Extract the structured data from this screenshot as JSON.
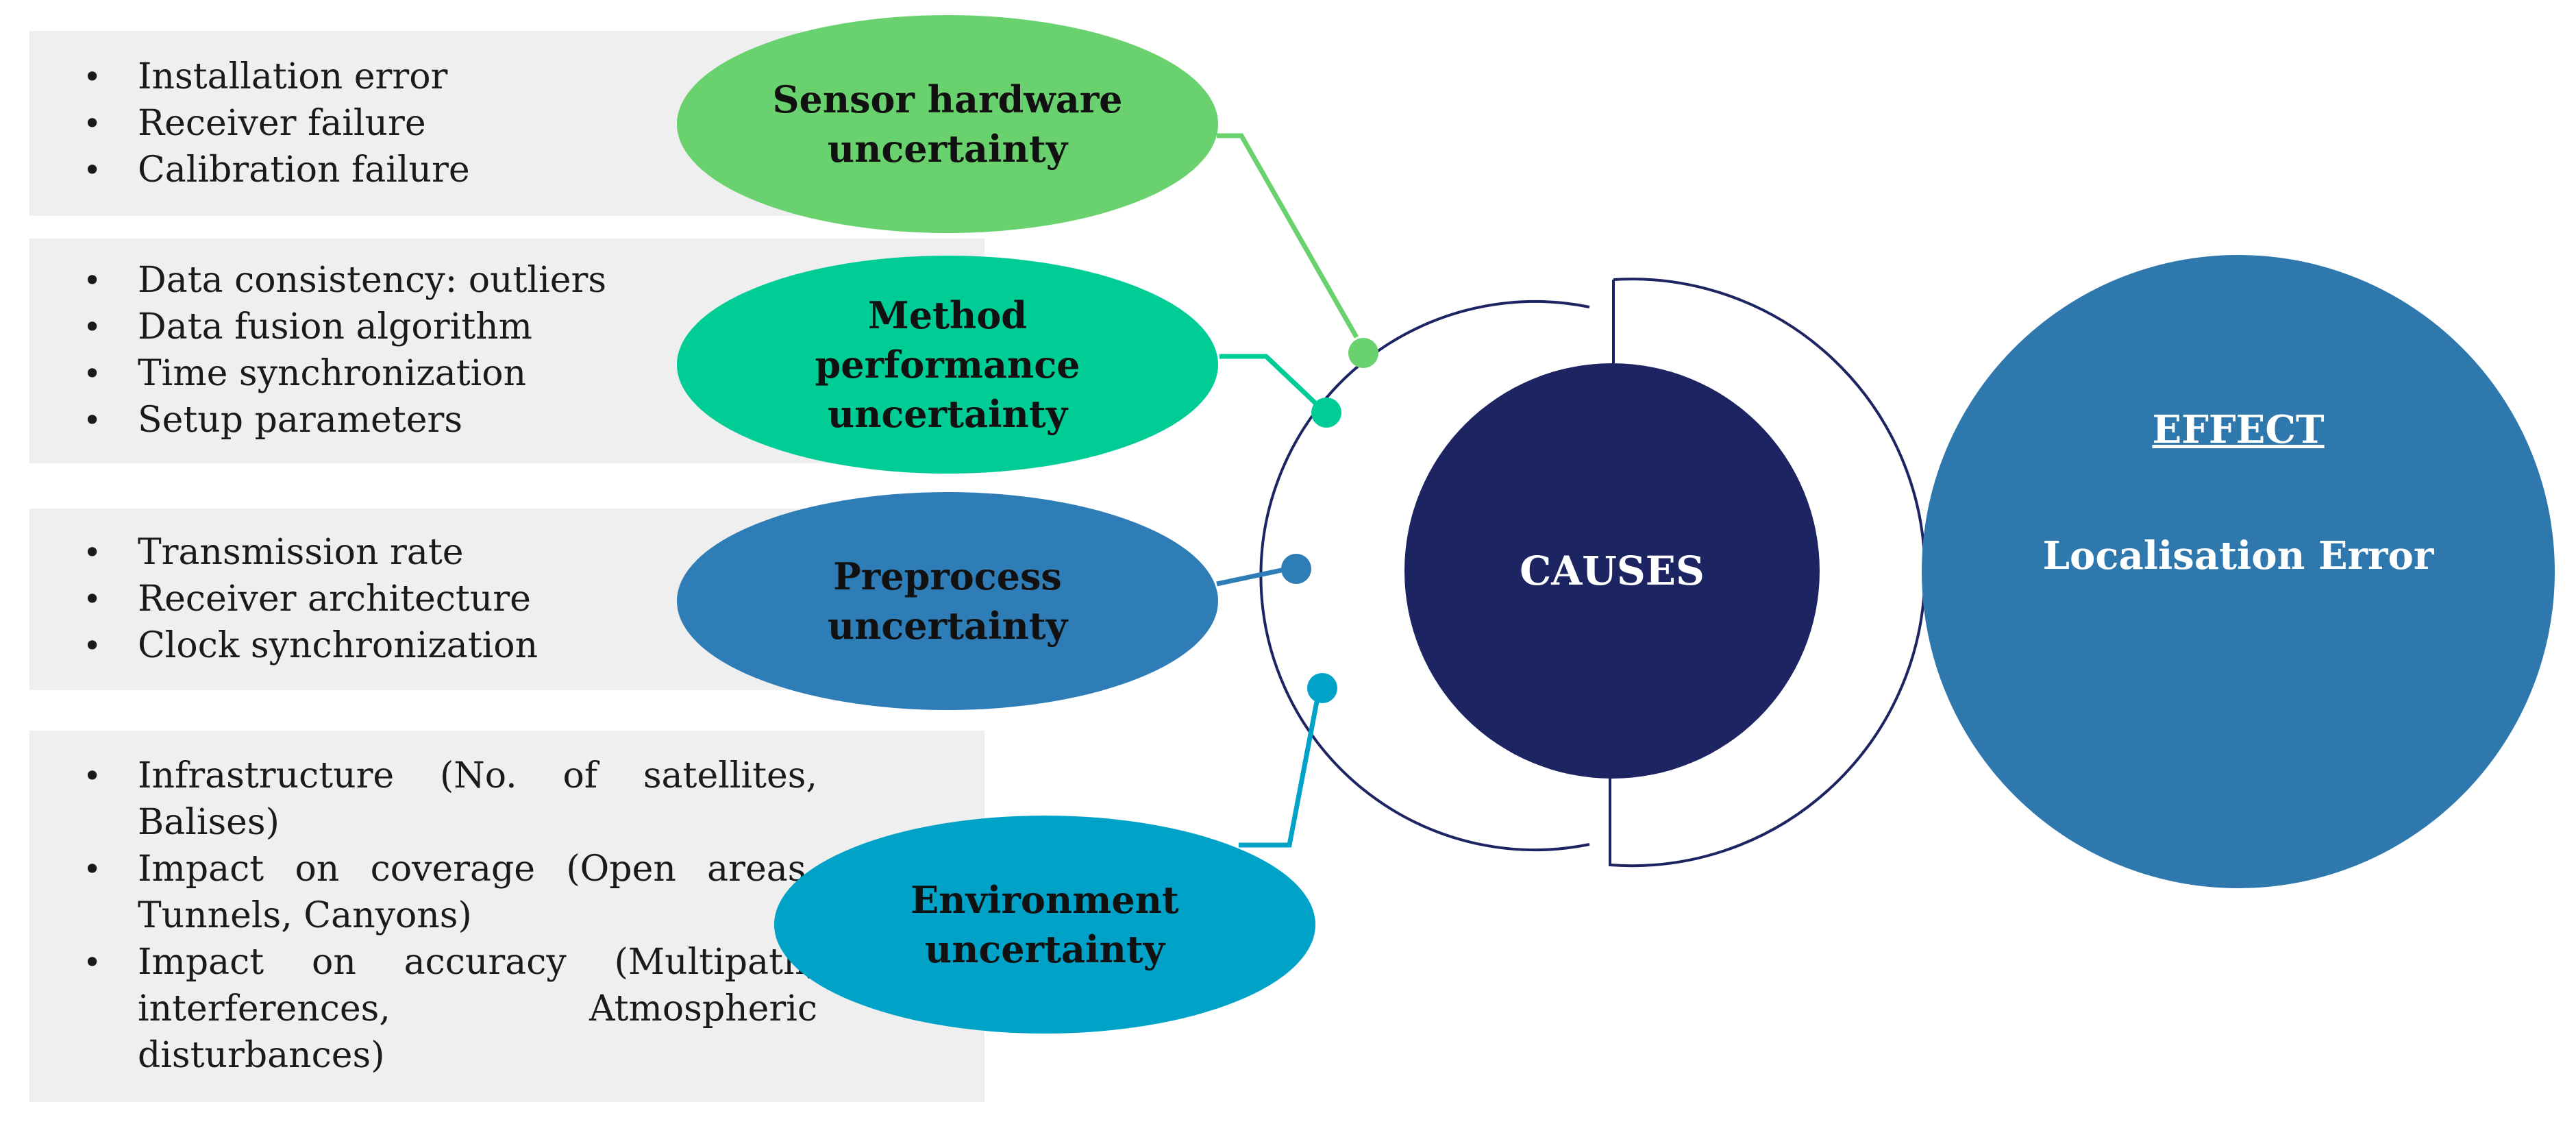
{
  "causes_label": "CAUSES",
  "effect": {
    "title": "EFFECT",
    "subtitle": "Localisation Error"
  },
  "categories": [
    {
      "label_lines": [
        "Sensor hardware",
        "uncertainty"
      ],
      "color": "#69d26f",
      "items": [
        "Installation error",
        "Receiver failure",
        "Calibration failure"
      ]
    },
    {
      "label_lines": [
        "Method",
        "performance",
        "uncertainty"
      ],
      "color": "#00cc95",
      "items": [
        "Data consistency: outliers",
        "Data fusion algorithm",
        "Time synchronization",
        "Setup parameters"
      ]
    },
    {
      "label_lines": [
        "Preprocess",
        "uncertainty"
      ],
      "color": "#2e7db7",
      "items": [
        "Transmission rate",
        "Receiver architecture",
        "Clock synchronization"
      ]
    },
    {
      "label_lines": [
        "Environment",
        "uncertainty"
      ],
      "color": "#00a3c7",
      "items": [
        [
          "Infrastructure (No. of satellites,",
          "Balises)"
        ],
        [
          "Impact on coverage (Open areas,",
          "Tunnels, Canyons)"
        ],
        [
          "Impact on accuracy (Multipath,",
          "interferences, Atmospheric",
          "disturbances)"
        ]
      ]
    }
  ],
  "colors": {
    "causes": "#1d2462",
    "effect": "#2f78ae",
    "ring": "#1d2462",
    "box": "#efefef"
  }
}
